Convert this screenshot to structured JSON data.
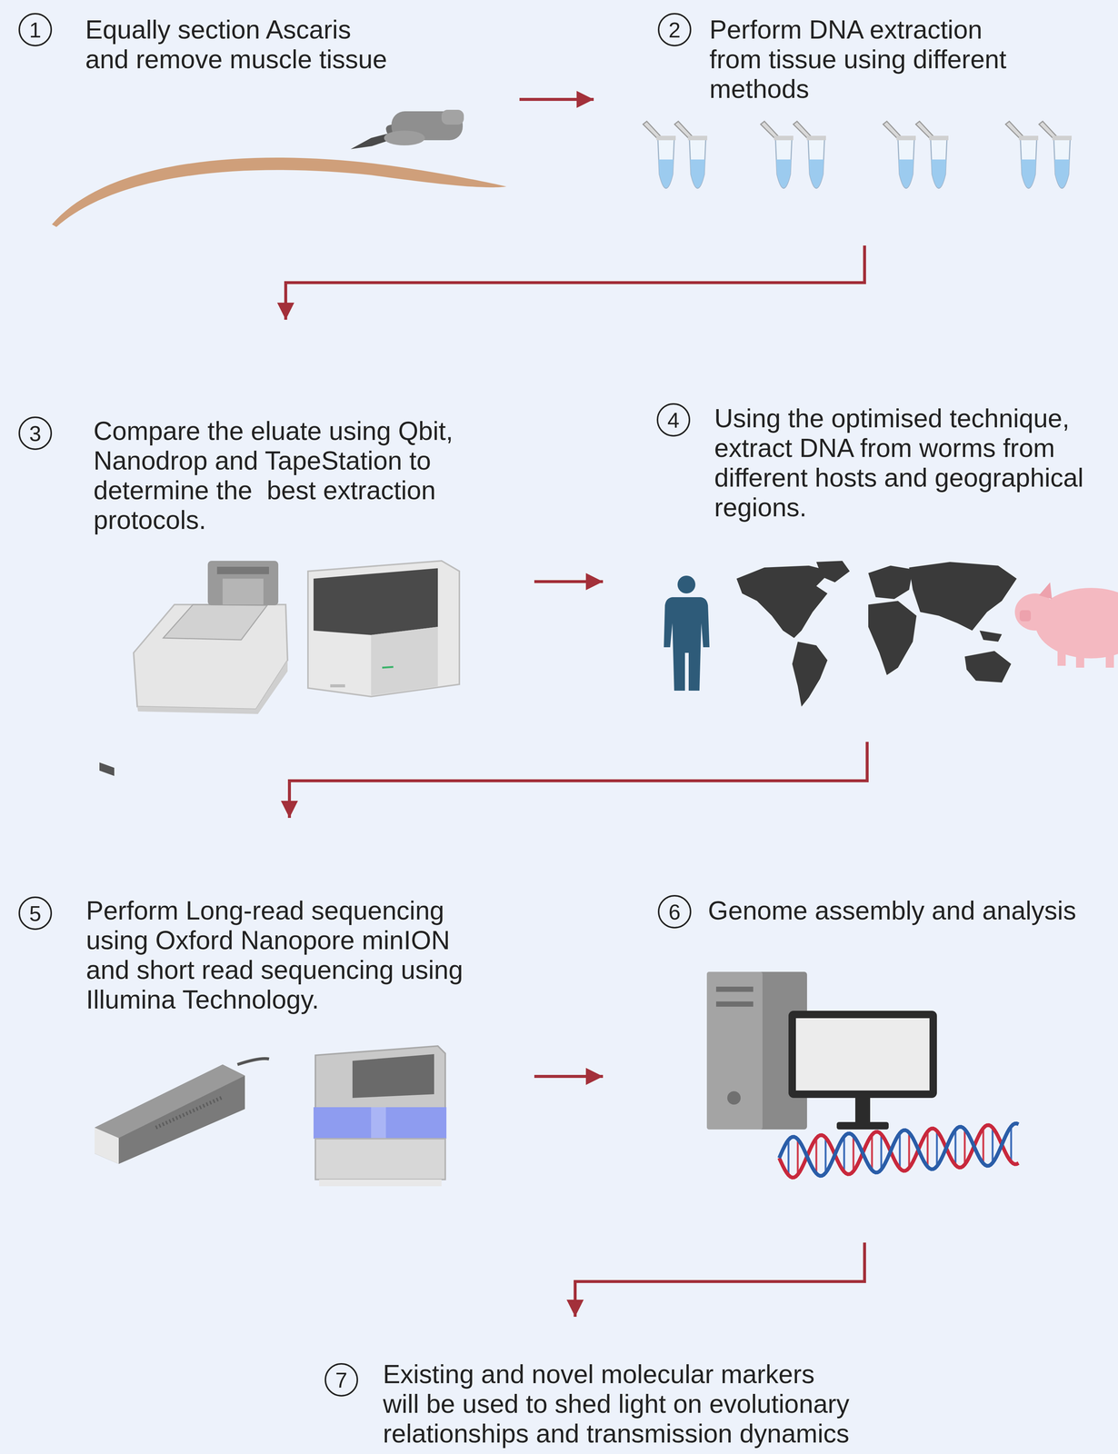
{
  "diagram": {
    "nodes": [
      {
        "text": [
          "1",
          "Equally section Ascaris and remove muscle tissue"
        ]
      },
      {
        "text": [
          "2",
          "Perform DNA extraction from tissue using different methods"
        ]
      },
      {
        "text": [
          "3",
          "Compare the eluate using Qbit, Nanodrop and TapeStation to determine the  best extraction protocols."
        ]
      },
      {
        "text": [
          "4",
          "Using the optimised technique, extract DNA from worms from different hosts and geographical regions."
        ]
      },
      {
        "text": [
          "5",
          "Perform Long-read sequencing using Oxford Nanopore minION and short read sequencing using Illumina Technology."
        ]
      },
      {
        "text": [
          "6",
          "Genome assembly and analysis"
        ]
      },
      {
        "text": [
          "7",
          "Existing and novel molecular markers will be used to shed light on evolutionary relationships and transmission dynamics"
        ]
      }
    ],
    "edges": [
      {
        "from": 0,
        "to": 1,
        "arrow": "to"
      },
      {
        "from": 1,
        "to": 2,
        "arrow": "to"
      },
      {
        "from": 2,
        "to": 3,
        "arrow": "to"
      },
      {
        "from": 3,
        "to": 4,
        "arrow": "to"
      },
      {
        "from": 4,
        "to": 5,
        "arrow": "to"
      },
      {
        "from": 5,
        "to": 6,
        "arrow": "to"
      }
    ]
  }
}
